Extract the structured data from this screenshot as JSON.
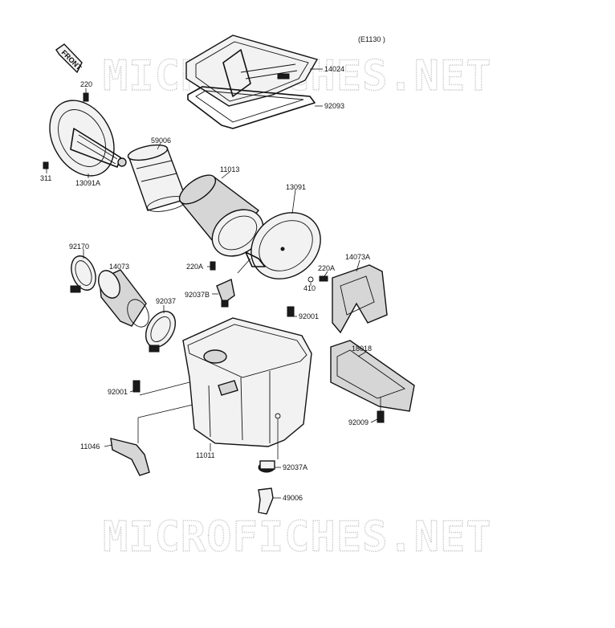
{
  "diagram": {
    "ref_code": "(E1130 )",
    "front_label": "FRONT",
    "watermark": "MICROFICHES.NET",
    "parts": [
      {
        "id": "14024"
      },
      {
        "id": "92093"
      },
      {
        "id": "220"
      },
      {
        "id": "311"
      },
      {
        "id": "13091A"
      },
      {
        "id": "59006"
      },
      {
        "id": "11013"
      },
      {
        "id": "13091"
      },
      {
        "id": "92170"
      },
      {
        "id": "14073"
      },
      {
        "id": "92037"
      },
      {
        "id": "220A"
      },
      {
        "id": "220A"
      },
      {
        "id": "410"
      },
      {
        "id": "14073A"
      },
      {
        "id": "92037B"
      },
      {
        "id": "92001"
      },
      {
        "id": "18018"
      },
      {
        "id": "92001"
      },
      {
        "id": "92009"
      },
      {
        "id": "11046"
      },
      {
        "id": "11011"
      },
      {
        "id": "92037A"
      },
      {
        "id": "49006"
      }
    ]
  }
}
